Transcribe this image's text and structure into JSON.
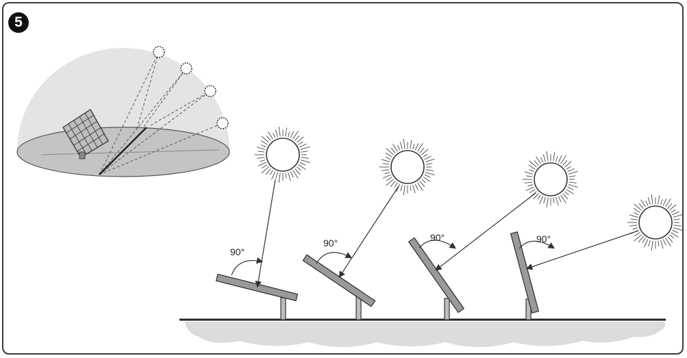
{
  "figure": {
    "number": "5"
  },
  "angle_labels": [
    "90°",
    "90°",
    "90°",
    "90°"
  ],
  "colors": {
    "dome": "#e4e4e4",
    "ground_disc": "#c2c2c2",
    "ground_shadow": "#d7d7d7",
    "line": "#333333",
    "panel": "#8a8a8a"
  },
  "icons": [
    "sun-icon",
    "solar-panel-icon"
  ]
}
